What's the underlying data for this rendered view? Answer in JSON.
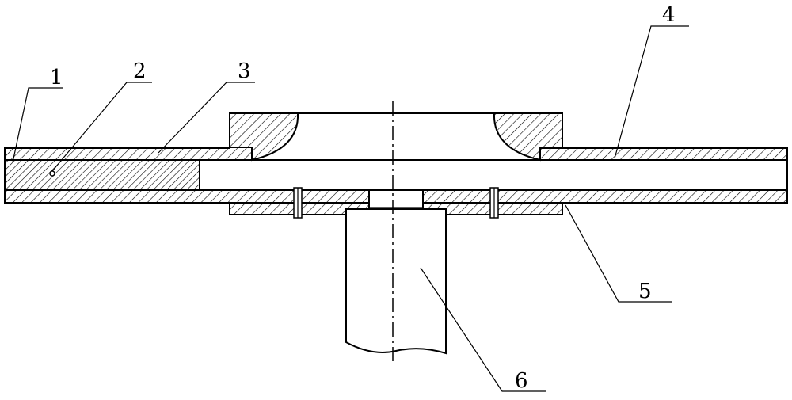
{
  "diagram": {
    "labels": {
      "l1": "1",
      "l2": "2",
      "l3": "3",
      "l4": "4",
      "l5": "5",
      "l6": "6"
    }
  }
}
